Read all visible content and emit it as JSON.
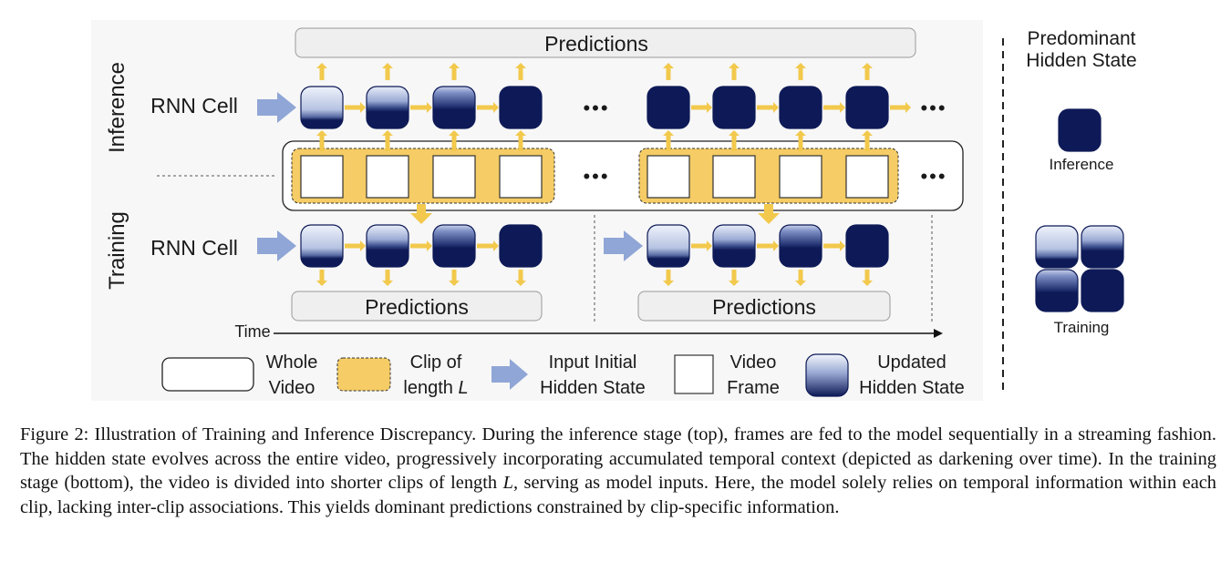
{
  "figure": {
    "predictions_top": "Predictions",
    "predictions_clip1": "Predictions",
    "predictions_clip2": "Predictions",
    "rnn_cell_inference": "RNN Cell",
    "rnn_cell_training": "RNN Cell",
    "stage_inference": "Inference",
    "stage_training": "Training",
    "ellipsis": "•••",
    "time_label": "Time",
    "sidebar": {
      "title_line1": "Predominant",
      "title_line2": "Hidden State",
      "inference_label": "Inference",
      "training_label": "Training"
    },
    "legend": {
      "whole_video": [
        "Whole",
        "Video"
      ],
      "clip_prefix_line1": "Clip of",
      "clip_line2_word": "length",
      "clip_line2_var": "L",
      "input_initial": [
        "Input Initial",
        "Hidden State"
      ],
      "video_frame": [
        "Video",
        "Frame"
      ],
      "updated_hidden": [
        "Updated",
        "Hidden State"
      ]
    },
    "colors": {
      "arrow_yellow": "#f2c94c",
      "clip_fill": "#f5cc65",
      "hidden_dark": "#0e1a57",
      "input_arrow_blue": "#8fa6d6",
      "panel_bg": "#f7f7f7",
      "predictions_bg": "#efefef"
    }
  },
  "caption": {
    "label": "Figure 2:",
    "text": "Illustration of Training and Inference Discrepancy. During the inference stage (top), frames are fed to the model sequentially in a streaming fashion. The hidden state evolves across the entire video, progressively incorporating accumulated temporal context (depicted as darkening over time). In the training stage (bottom), the video is divided into shorter clips of length L, serving as model inputs. Here, the model solely relies on temporal information within each clip, lacking inter-clip associations. This yields dominant predictions constrained by clip-specific information."
  }
}
